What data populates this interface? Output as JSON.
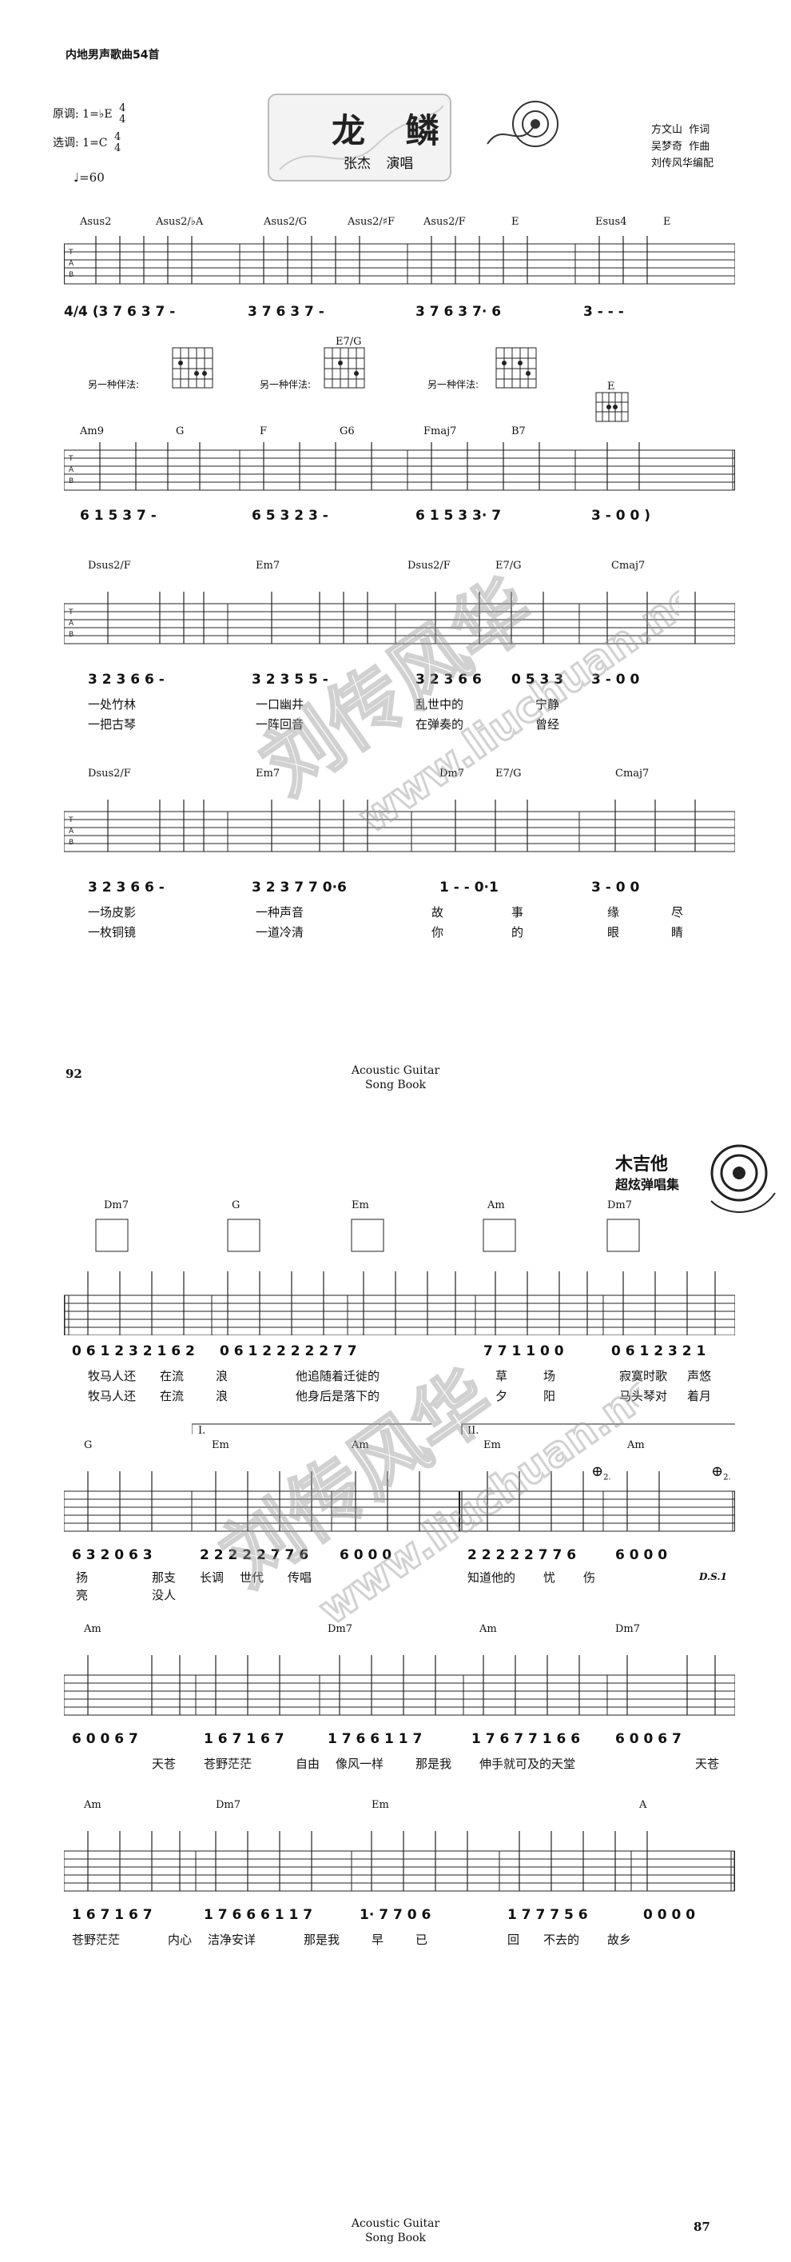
{
  "page1": {
    "collection_title": "内地男声歌曲54首",
    "song": {
      "title": "龙 鳞",
      "singer": "张杰",
      "singer_role": "演唱",
      "credits": [
        {
          "name": "方文山",
          "role": "作词"
        },
        {
          "name": "吴梦奇",
          "role": "作曲"
        },
        {
          "name": "刘传风华",
          "role": "编配"
        }
      ],
      "original_key_label": "原调:",
      "original_key": "1=♭E",
      "selected_key_label": "选调:",
      "selected_key": "1=C",
      "time_signature_top": "4",
      "time_signature_bottom": "4",
      "tempo_symbol": "♩",
      "tempo": "=60"
    },
    "systems": [
      {
        "chords": [
          "Asus2",
          "Asus2/♭A",
          "Asus2/G",
          "Asus2/♯F",
          "Asus2/F",
          "E",
          "Esus4",
          "E"
        ],
        "numbers": [
          "4/4 (3 7 6 3 7 -",
          "3 7 6 3 7 -",
          "3 7 6 3 7· 6",
          "3 - - -"
        ],
        "lyrics": []
      },
      {
        "alt_label": "另一种伴法:",
        "alt_chord": "E7/G",
        "chords": [
          "Am9",
          "G",
          "F",
          "G6",
          "Fmaj7",
          "B7",
          "E"
        ],
        "numbers": [
          "6 1 5 3 7 -",
          "6 5 3 2 3 -",
          "6 1 5 3 3· 7",
          "3 - 0 0 )"
        ],
        "lyrics": []
      },
      {
        "chords": [
          "Dsus2/F",
          "Em7",
          "Dsus2/F",
          "E7/G",
          "Cmaj7"
        ],
        "numbers": [
          "3 2 3 6 6 -",
          "3 2 3 5 5 -",
          "3 2 3 6 6",
          "0 5 3 3",
          "3 - 0 0"
        ],
        "lyrics": [
          "一处竹林",
          "一口幽井",
          "乱世中的",
          "宁静",
          "一把古琴",
          "一阵回音",
          "在弹奏的",
          "曾经"
        ]
      },
      {
        "chords": [
          "Dsus2/F",
          "Em7",
          "Dm7",
          "E7/G",
          "Cmaj7"
        ],
        "numbers": [
          "3 2 3 6 6 -",
          "3 2 3 7 7 0·6",
          "1 - - 0·1",
          "3 - 0 0"
        ],
        "lyrics": [
          "一场皮影",
          "一种声音",
          "故",
          "事",
          "缘",
          "尽",
          "一枚铜镜",
          "一道冷清",
          "你",
          "的",
          "眼",
          "睛"
        ]
      }
    ],
    "footer": {
      "page": "92",
      "line1": "Acoustic Guitar",
      "line2": "Song Book"
    }
  },
  "page2": {
    "brand_line1": "木吉他",
    "brand_line2": "超炫弹唱集",
    "systems": [
      {
        "chords": [
          "Dm7",
          "G",
          "Em",
          "Am",
          "Dm7"
        ],
        "numbers": [
          "0 6 1 2 3  2 1 6 2",
          "0 6 1 2 2 2 2 2 7 7",
          "7 7 1 1 0 0",
          "0 6 1 2 3  2 1"
        ],
        "lyrics": [
          "牧马人还",
          "在流",
          "浪",
          "他追随着迁徙的",
          "草",
          "场",
          "寂寞时歌",
          "声悠",
          "牧马人还",
          "在流",
          "浪",
          "他身后是落下的",
          "夕",
          "阳",
          "马头琴对",
          "着月"
        ]
      },
      {
        "volta1": "I.",
        "volta2": "II.",
        "chords": [
          "G",
          "Em",
          "Am",
          "Em",
          "Am"
        ],
        "coda1": "⊕",
        "coda_sub1": "2.",
        "coda2": "⊕",
        "coda_sub2": "2.",
        "ds": "D.S.1",
        "numbers": [
          "6 3 2 0 6 3",
          "2 2 2 2 2 7 7 6",
          "6 0 0 0",
          "2 2 2 2 2 7 7 6",
          "6 0 0 0"
        ],
        "lyrics": [
          "扬",
          "那支",
          "长调",
          "世代",
          "传唱",
          "知道他的",
          "忧",
          "伤",
          "亮",
          "没人"
        ]
      },
      {
        "chords": [
          "Am",
          "Dm7",
          "Am",
          "Dm7"
        ],
        "numbers": [
          "6 0 0 6 7",
          "1 6 7 1  6 7",
          "1 7 6 6 1 1 7",
          "1 7 6 7 7 1 6 6",
          "6 0 0 6 7"
        ],
        "lyrics": [
          "天苍",
          "苍野茫茫",
          "自由",
          "像风一样",
          "那是我",
          "伸手就可及的天堂",
          "天苍"
        ]
      },
      {
        "chords": [
          "Am",
          "Dm7",
          "Em",
          "A"
        ],
        "numbers": [
          "1 6 7 1  6 7",
          "1 7 6 6 6 1 1 7",
          "1· 7 7 0 6",
          "1 7 7 7 5 6",
          "0 0 0 0"
        ],
        "lyrics": [
          "苍野茫茫",
          "内心",
          "洁净安详",
          "那是我",
          "早",
          "已",
          "回",
          "不去的",
          "故乡"
        ]
      }
    ],
    "footer": {
      "page": "87",
      "line1": "Acoustic Guitar",
      "line2": "Song Book"
    }
  },
  "watermark": {
    "brand": "刘传风华",
    "url": "www.liuchuan.net",
    "color": "#9a9a9a"
  }
}
